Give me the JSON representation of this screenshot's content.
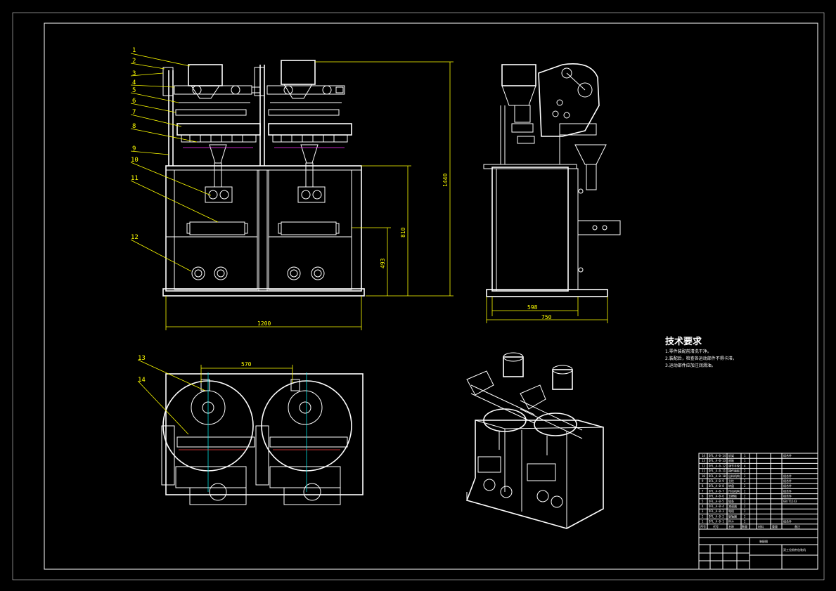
{
  "drawing": {
    "part_labels": [
      "1",
      "2",
      "3",
      "4",
      "5",
      "6",
      "7",
      "8",
      "9",
      "10",
      "11",
      "12",
      "13",
      "14"
    ],
    "dimensions": {
      "front_width": "1200",
      "front_height_total": "1440",
      "front_height_mid": "810",
      "front_height_low": "493",
      "side_width_inner": "598",
      "side_width_outer": "750",
      "top_spacing": "570"
    }
  },
  "technical_requirements": {
    "title": "技术要求",
    "lines": [
      "1.零件装配前清洗干净。",
      "2.装配后，检查各运动部件不得卡滞。",
      "3.运动部件应加注润滑油。"
    ]
  },
  "title_block": {
    "rows": [
      {
        "no": "14",
        "code": "DFL_A-0-14",
        "name": "机架",
        "qty": "1",
        "note": "组合件"
      },
      {
        "no": "13",
        "code": "DFL_A-0-13",
        "name": "底板",
        "qty": "1",
        "note": ""
      },
      {
        "no": "12",
        "code": "DFL_A-0-12",
        "name": "调节手轮",
        "qty": "4",
        "note": ""
      },
      {
        "no": "11",
        "code": "DFL_A-0-11",
        "name": "操作面板",
        "qty": "2",
        "note": ""
      },
      {
        "no": "10",
        "code": "DFL_A-0-10",
        "name": "出料机构",
        "qty": "2",
        "note": "组合件"
      },
      {
        "no": "9",
        "code": "DFL_A-0-9",
        "name": "立柱",
        "qty": "2",
        "note": "组合件"
      },
      {
        "no": "8",
        "code": "DFL_A-0-8",
        "name": "转盘",
        "qty": "2",
        "note": "组合件"
      },
      {
        "no": "7",
        "code": "DFL_A-0-7",
        "name": "传动机构",
        "qty": "2",
        "note": "组合件"
      },
      {
        "no": "6",
        "code": "DFL_A-0-6",
        "name": "支撑板",
        "qty": "2",
        "note": "组合件"
      },
      {
        "no": "5",
        "code": "DFL_A-0-5",
        "name": "链条",
        "qty": "2",
        "note": "GB/T1243"
      },
      {
        "no": "4",
        "code": "DFL_A-0-4",
        "name": "减速器",
        "qty": "2",
        "note": ""
      },
      {
        "no": "3",
        "code": "DFL_A-0-3",
        "name": "电机",
        "qty": "2",
        "note": ""
      },
      {
        "no": "2",
        "code": "DFL_A-0-2",
        "name": "联轴器",
        "qty": "2",
        "note": ""
      },
      {
        "no": "1",
        "code": "DFL_A-0-1",
        "name": "料斗",
        "qty": "2",
        "note": "组合件"
      }
    ],
    "header": {
      "no": "序号",
      "code": "代号",
      "name": "名称",
      "qty": "数量",
      "material": "材料",
      "weight": "重量",
      "note": "备注"
    },
    "assembly_name": "装配图",
    "drawing_title": "双工位粉剂包装机"
  },
  "colors": {
    "background": "#000000",
    "lines": "#ffffff",
    "annotation": "#ffff00",
    "centerline": "#00ffff",
    "hidden": "#ff33ff",
    "section": "#ff4444"
  }
}
